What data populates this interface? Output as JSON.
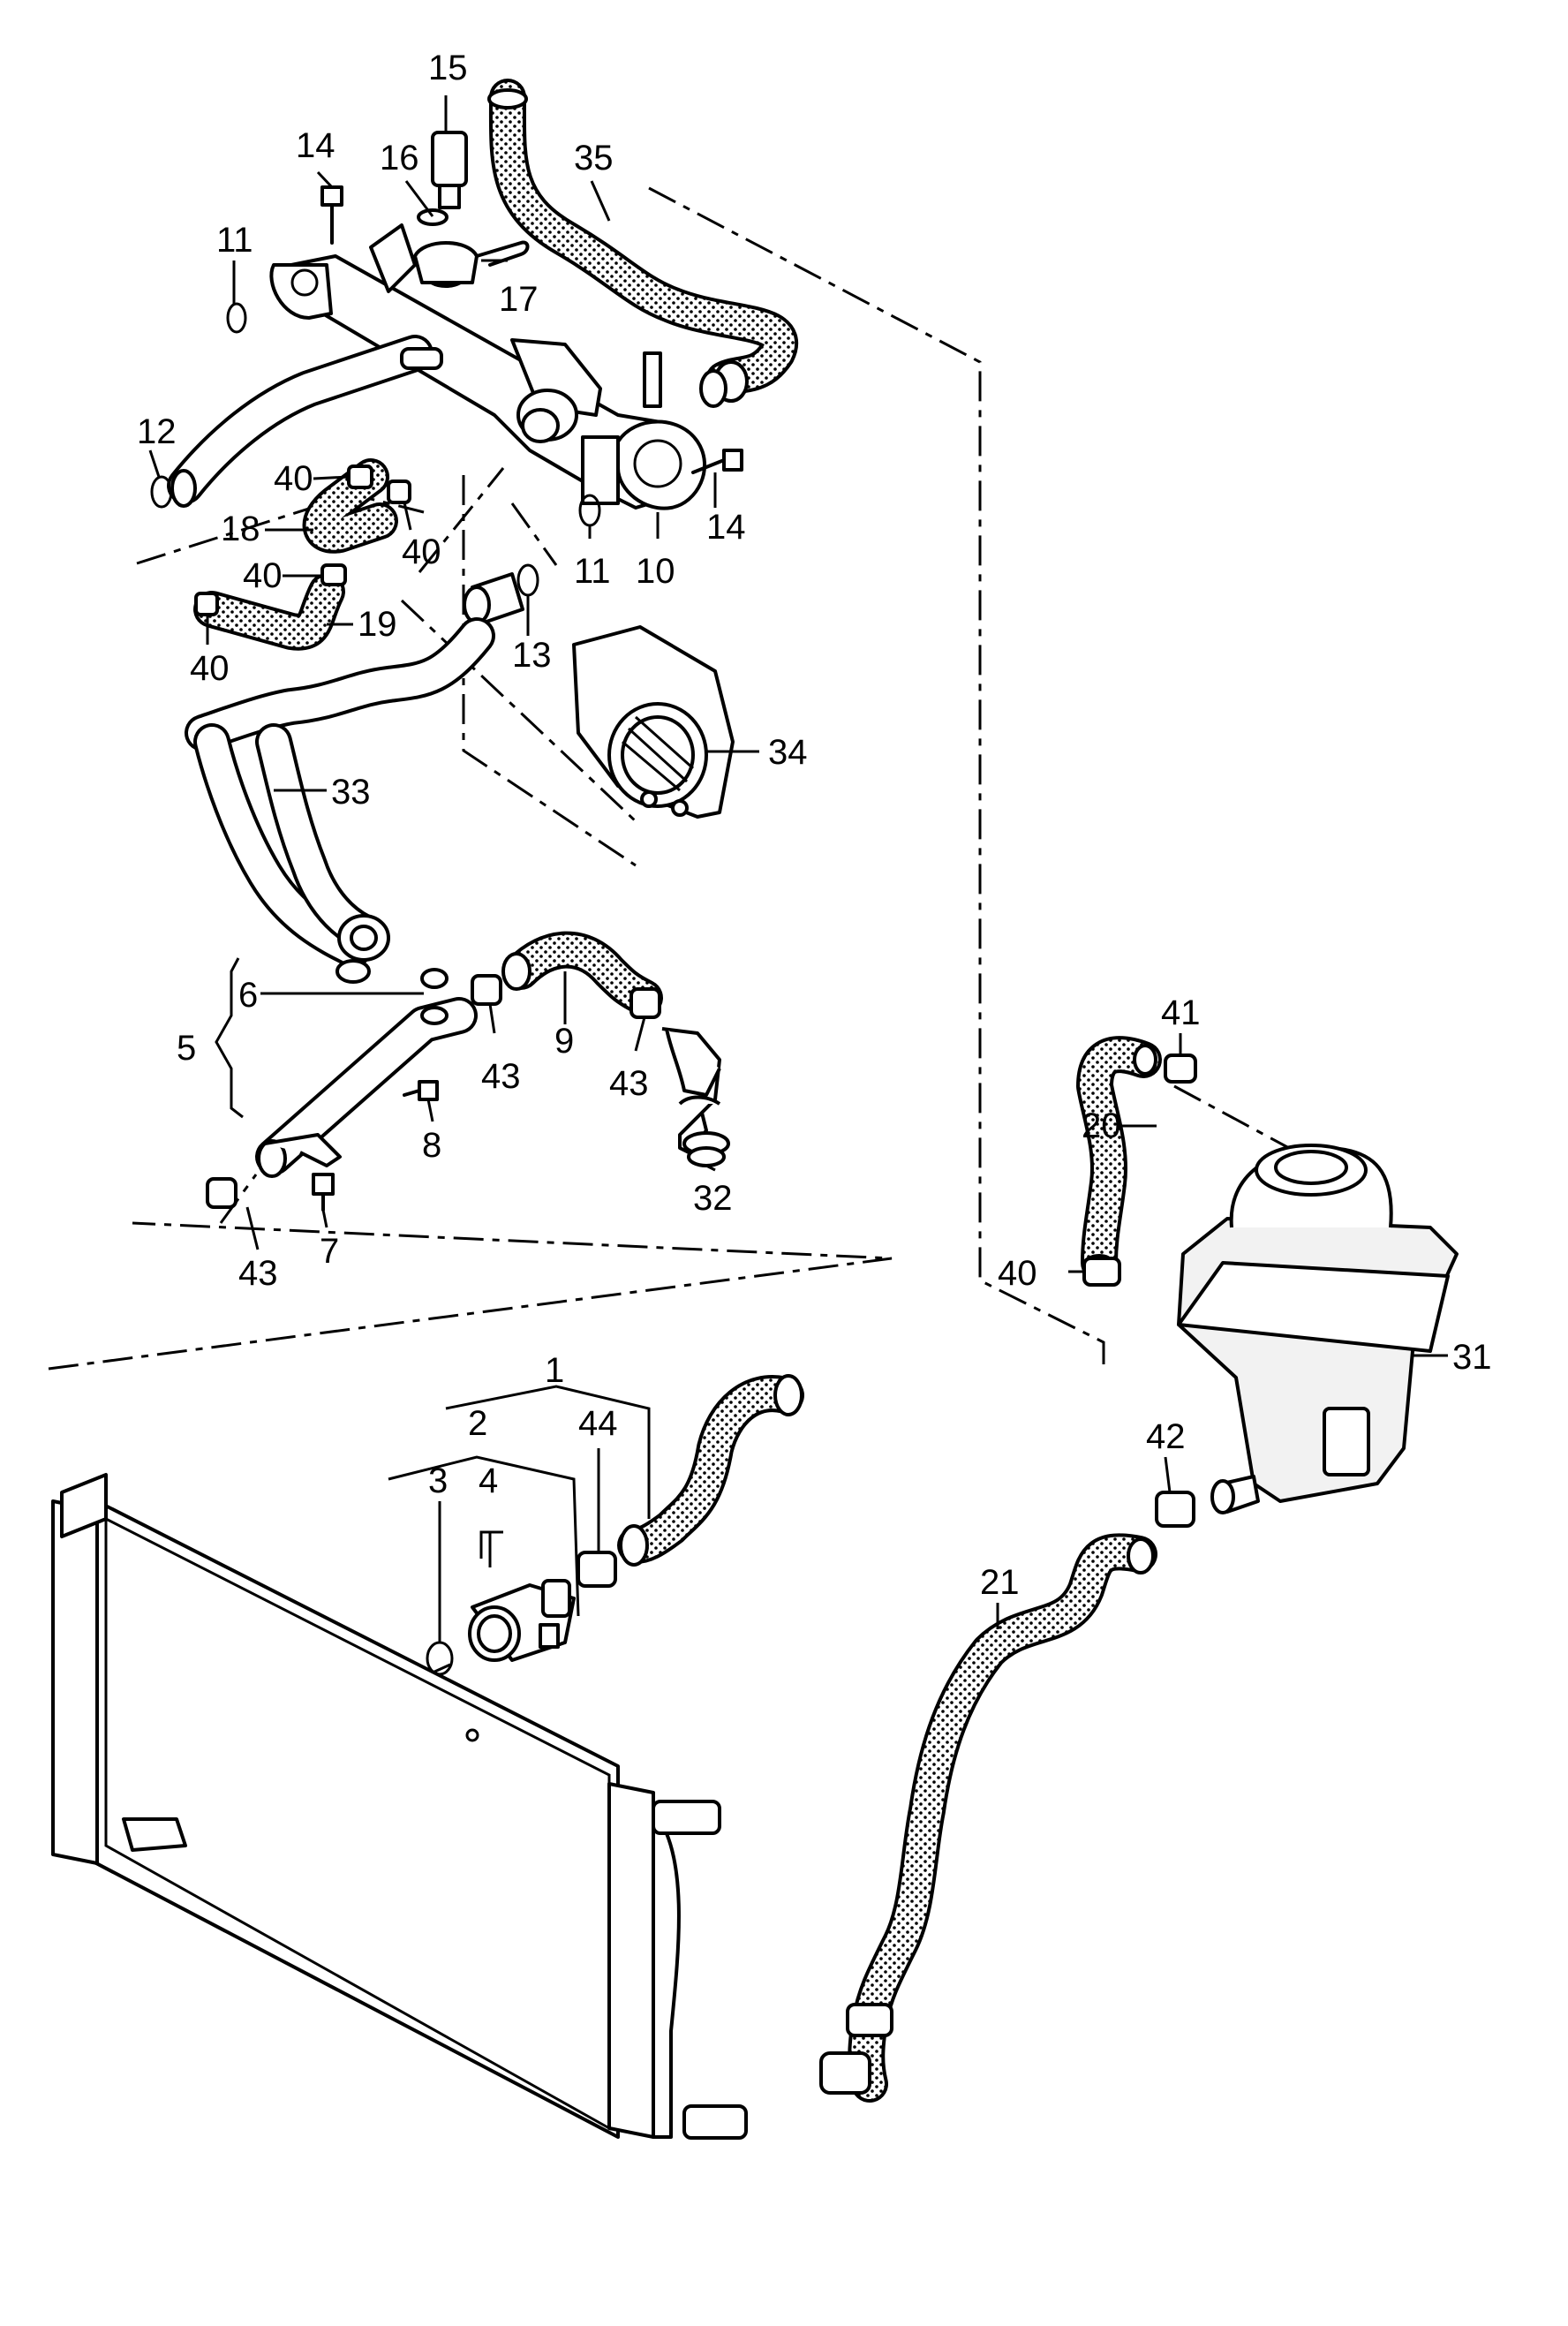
{
  "labels": {
    "l1": "1",
    "l2": "2",
    "l3": "3",
    "l4": "4",
    "l5": "5",
    "l6": "6",
    "l7": "7",
    "l8": "8",
    "l9": "9",
    "l10": "10",
    "l11a": "11",
    "l11b": "11",
    "l12": "12",
    "l13": "13",
    "l14a": "14",
    "l14b": "14",
    "l15": "15",
    "l16": "16",
    "l17": "17",
    "l18": "18",
    "l19": "19",
    "l20": "20",
    "l21": "21",
    "l31": "31",
    "l32": "32",
    "l33": "33",
    "l34": "34",
    "l35": "35",
    "l40a": "40",
    "l40b": "40",
    "l40c": "40",
    "l40d": "40",
    "l40e": "40",
    "l41": "41",
    "l42": "42",
    "l43a": "43",
    "l43b": "43",
    "l43c": "43",
    "l44": "44"
  }
}
